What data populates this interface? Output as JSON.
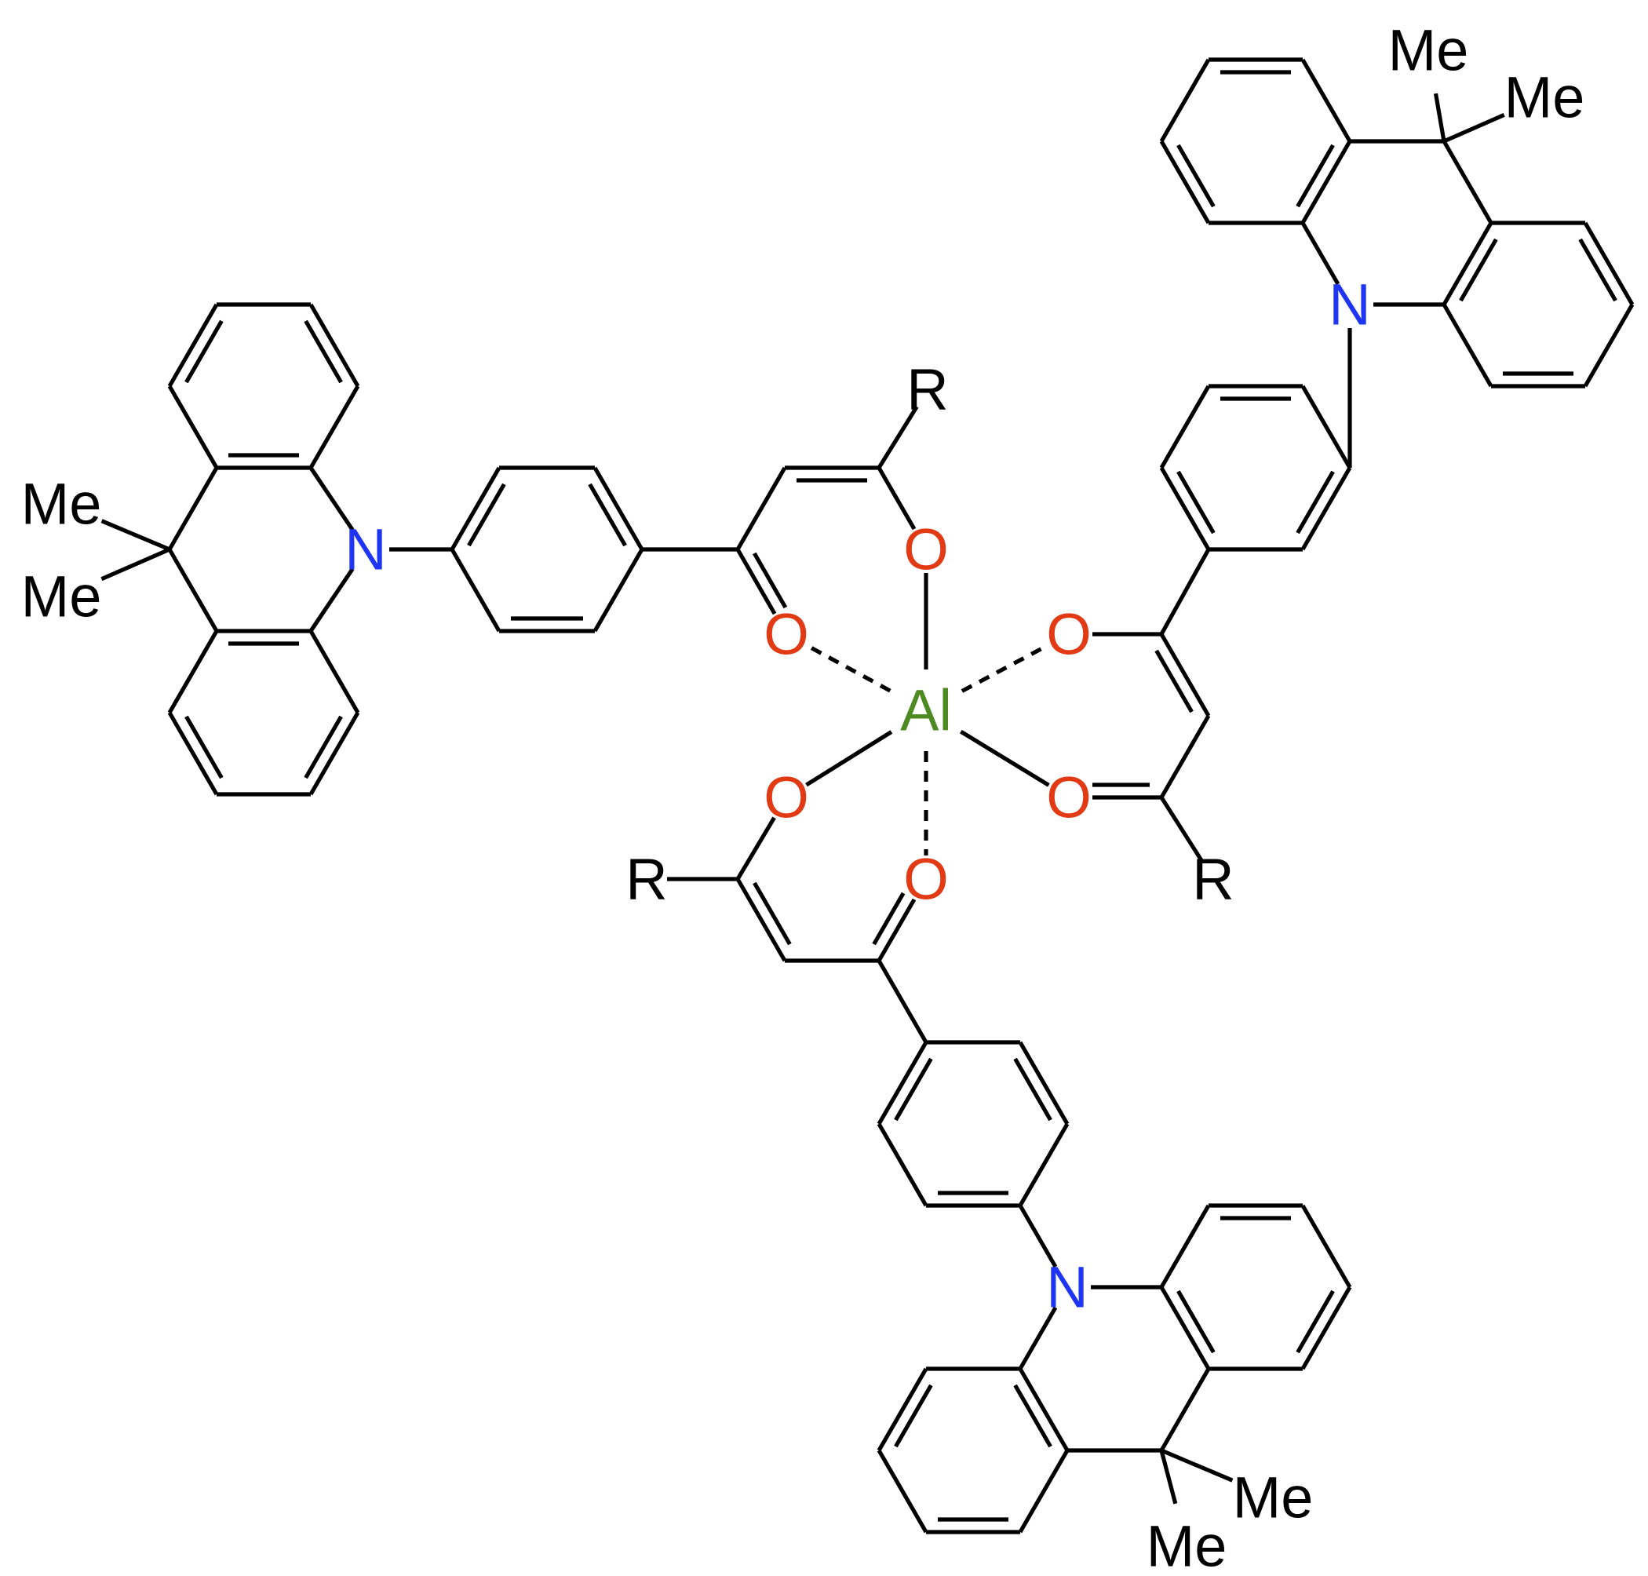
{
  "structure": {
    "colors": {
      "carbon_skeleton": "#000000",
      "oxygen": "#e23a14",
      "nitrogen": "#1f35f5",
      "aluminium": "#4d8a22",
      "substituent": "#000000"
    },
    "labels": {
      "metal": "Al",
      "nitrogen": "N",
      "oxygen": "O",
      "substituent": "R",
      "methyl": "Me"
    }
  }
}
